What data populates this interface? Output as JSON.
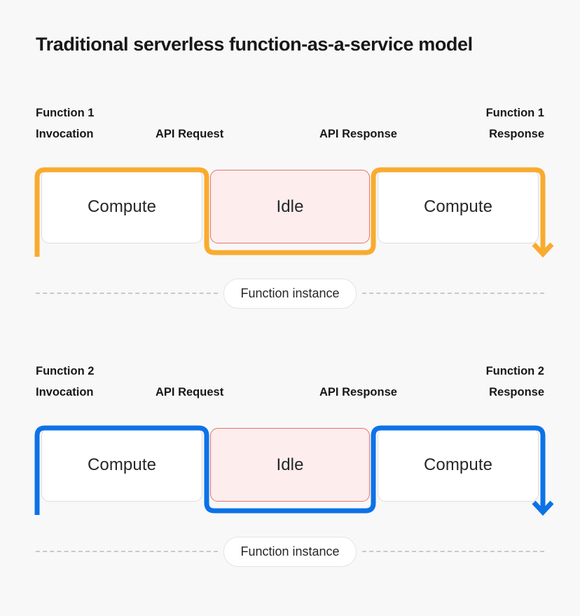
{
  "title": "Traditional serverless function-as-a-service model",
  "colors": {
    "background": "#f8f8f8",
    "title_text": "#18181b",
    "row_1_accent": "#f9ab2e",
    "row_2_accent": "#0d72e8",
    "compute_fill": "#ffffff",
    "compute_border": "#dcdcde",
    "idle_fill": "#fdeded",
    "idle_border": "#e8736a",
    "dashed_line": "#c9c9cd",
    "pill_border": "#e4e4e7"
  },
  "rows": [
    {
      "accent": "#f9ab2e",
      "labels": {
        "invocation_line1": "Function 1",
        "invocation_line2": "Invocation",
        "api_request": "API Request",
        "api_response": "API Response",
        "response_line1": "Function 1",
        "response_line2": "Response"
      },
      "stages": [
        {
          "label": "Compute",
          "kind": "compute"
        },
        {
          "label": "Idle",
          "kind": "idle"
        },
        {
          "label": "Compute",
          "kind": "compute"
        }
      ],
      "instance_label": "Function instance"
    },
    {
      "accent": "#0d72e8",
      "labels": {
        "invocation_line1": "Function 2",
        "invocation_line2": "Invocation",
        "api_request": "API Request",
        "api_response": "API Response",
        "response_line1": "Function 2",
        "response_line2": "Response"
      },
      "stages": [
        {
          "label": "Compute",
          "kind": "compute"
        },
        {
          "label": "Idle",
          "kind": "idle"
        },
        {
          "label": "Compute",
          "kind": "compute"
        }
      ],
      "instance_label": "Function instance"
    }
  ]
}
